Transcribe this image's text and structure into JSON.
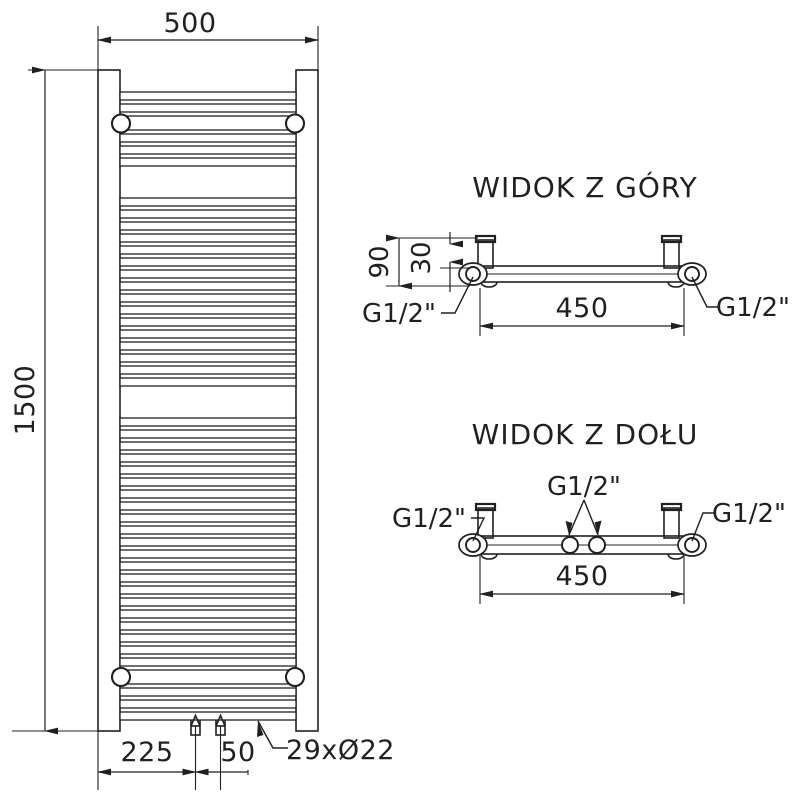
{
  "drawing": {
    "type": "technical-dimension-drawing",
    "subject": "heated-towel-rail-radiator",
    "units": "mm",
    "line_color": "#231f20",
    "background_color": "#ffffff"
  },
  "front_view": {
    "width_dimension": "500",
    "height_dimension": "1500",
    "bottom_offset_dimension": "225",
    "bottom_spacing_dimension": "50",
    "rung_callout": "29xØ22",
    "rung_count": 29,
    "rung_diameter": "22"
  },
  "top_view": {
    "title": "WIDOK Z GÓRY",
    "depth_dimension": "90",
    "bracket_dimension": "30",
    "center_dimension": "450",
    "left_connection_label": "G1/2\"",
    "right_connection_label": "G1/2\""
  },
  "bottom_view": {
    "title": "WIDOK Z DOŁU",
    "center_dimension": "450",
    "left_connection_label": "G1/2\"",
    "right_connection_label": "G1/2\"",
    "center_connection_label": "G1/2\""
  }
}
